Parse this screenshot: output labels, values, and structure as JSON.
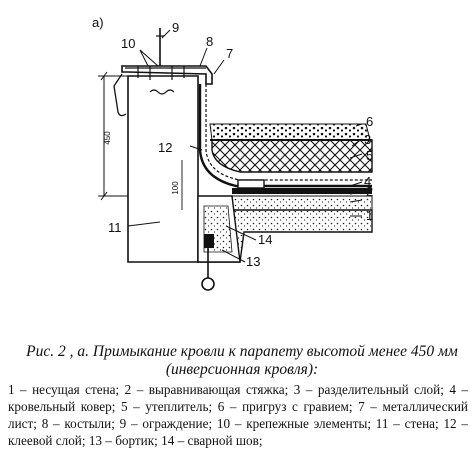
{
  "figure": {
    "panel_label": "а)",
    "callouts": [
      "1",
      "2",
      "3",
      "4",
      "5",
      "6",
      "7",
      "8",
      "9",
      "10",
      "11",
      "12",
      "13",
      "14"
    ],
    "dimension_labels": [
      "450",
      "100"
    ]
  },
  "caption": {
    "text": "Рис.   2 , а. Примыкание кровли к парапету высотой менее 450 мм (инверсионная кровля):"
  },
  "legend": {
    "text": "1 – несущая стена; 2 – выравнивающая стяжка; 3 – разделительный слой; 4 – кровельный ковер; 5 – утеплитель; 6 – пригруз с гравием; 7 – металлический лист; 8 – костыли; 9 – ограждение; 10 – крепежные элементы; 11 – стена; 12 – клеевой слой; 13 – бортик; 14 – сварной шов;"
  }
}
